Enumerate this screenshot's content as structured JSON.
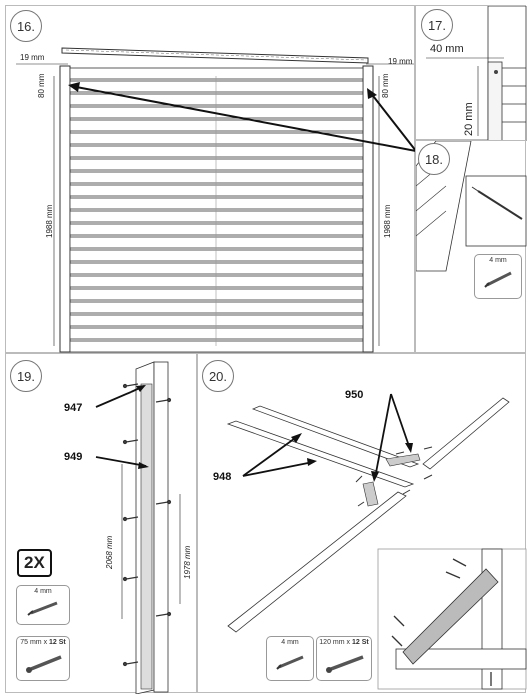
{
  "steps": {
    "s16": "16.",
    "s17": "17.",
    "s18": "18.",
    "s19": "19.",
    "s20": "20."
  },
  "step16": {
    "dim_19_left": "19 mm",
    "dim_19_right": "19 mm",
    "dim_80_left": "80 mm",
    "dim_80_right": "80 mm",
    "dim_1988_left": "1988 mm",
    "dim_1988_right": "1988 mm"
  },
  "step17": {
    "dim_40": "40 mm",
    "dim_20": "20 mm"
  },
  "step18": {
    "screw_label": "4 mm"
  },
  "step19": {
    "part_947": "947",
    "part_949": "949",
    "dim_2068": "2068 mm",
    "dim_1978": "1978 mm",
    "quantity": "2X",
    "screw_label": "4 mm",
    "bolt_label_a": "75 mm x ",
    "bolt_label_b": "12 St"
  },
  "step20": {
    "part_950": "950",
    "part_948": "948",
    "screw_label": "4 mm",
    "bolt_label_a": "120 mm x ",
    "bolt_label_b": "12 St"
  }
}
